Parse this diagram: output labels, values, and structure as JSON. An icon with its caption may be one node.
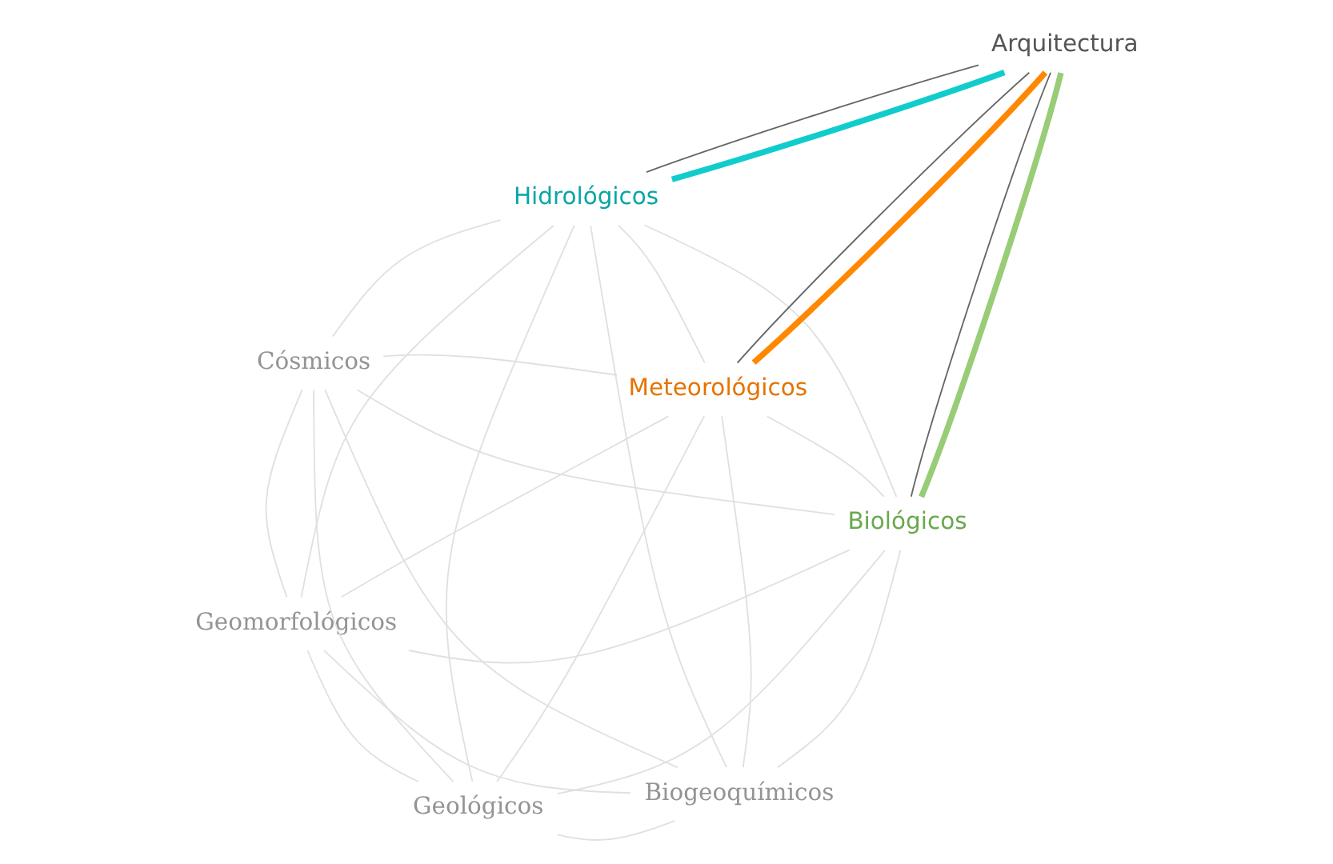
{
  "diagram": {
    "nodes": [
      {
        "text": [
          "Geomorfológicos"
        ]
      },
      {
        "text": [
          "Biológicos"
        ]
      },
      {
        "text": [
          "Geológicos"
        ]
      },
      {
        "text": [
          "Cósmicos"
        ]
      },
      {
        "text": [
          "Arquitectura"
        ]
      },
      {
        "text": [
          "Hidrológicos"
        ]
      },
      {
        "text": [
          "Meteorológicos"
        ]
      },
      {
        "text": [
          "Biogeoquímicos"
        ]
      }
    ],
    "edges": [
      {
        "from": 4,
        "to": 1,
        "arrow": "none",
        "style": "thick",
        "color": "#99cc77"
      },
      {
        "from": 4,
        "to": 1,
        "arrow": "none",
        "color": "#666666"
      },
      {
        "from": 4,
        "to": 5,
        "arrow": "none",
        "style": "thick",
        "color": "#11cccc"
      },
      {
        "from": 4,
        "to": 5,
        "arrow": "none",
        "color": "#666666"
      },
      {
        "from": 4,
        "to": 6,
        "arrow": "none",
        "style": "thick",
        "color": "#ff8800"
      },
      {
        "from": 4,
        "to": 6,
        "arrow": "none",
        "color": "#666666"
      },
      {
        "from": 0,
        "to": 2,
        "arrow": "none"
      },
      {
        "from": 0,
        "to": 3,
        "arrow": "none"
      },
      {
        "from": 0,
        "to": 1,
        "arrow": "none"
      },
      {
        "from": 0,
        "to": 5,
        "arrow": "none"
      },
      {
        "from": 0,
        "to": 6,
        "arrow": "none"
      },
      {
        "from": 0,
        "to": 7,
        "arrow": "none"
      },
      {
        "from": 2,
        "to": 3,
        "arrow": "none"
      },
      {
        "from": 2,
        "to": 1,
        "arrow": "none"
      },
      {
        "from": 2,
        "to": 5,
        "arrow": "none"
      },
      {
        "from": 2,
        "to": 6,
        "arrow": "none"
      },
      {
        "from": 2,
        "to": 7,
        "arrow": "none"
      },
      {
        "from": 3,
        "to": 1,
        "arrow": "none"
      },
      {
        "from": 3,
        "to": 5,
        "arrow": "none"
      },
      {
        "from": 3,
        "to": 6,
        "arrow": "none"
      },
      {
        "from": 3,
        "to": 7,
        "arrow": "none"
      },
      {
        "from": 1,
        "to": 5,
        "arrow": "none"
      },
      {
        "from": 1,
        "to": 6,
        "arrow": "none"
      },
      {
        "from": 1,
        "to": 7,
        "arrow": "none"
      },
      {
        "from": 5,
        "to": 6,
        "arrow": "none"
      },
      {
        "from": 5,
        "to": 7,
        "arrow": "none"
      },
      {
        "from": 6,
        "to": 7,
        "arrow": "none"
      }
    ]
  }
}
